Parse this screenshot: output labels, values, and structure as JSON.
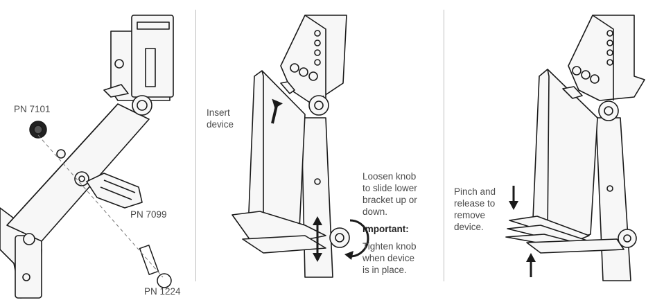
{
  "panel1": {
    "labels": {
      "knob": "PN 7101",
      "bracket": "PN 7099",
      "bolt": "PN 1224"
    }
  },
  "panel2": {
    "insert": [
      "Insert",
      "device"
    ],
    "loosen": [
      "Loosen knob",
      "to slide lower",
      "bracket up or",
      "down."
    ],
    "important_label": "Important:",
    "tighten": [
      "Tighten knob",
      "when device",
      "is in place."
    ]
  },
  "panel3": {
    "pinch": [
      "Pinch and",
      "release to",
      "remove",
      "device."
    ]
  },
  "colors": {
    "line": "#1a1a1a",
    "text": "#4a4a4a",
    "divider": "#bdbdbd",
    "fill": "#f2f2f2"
  }
}
